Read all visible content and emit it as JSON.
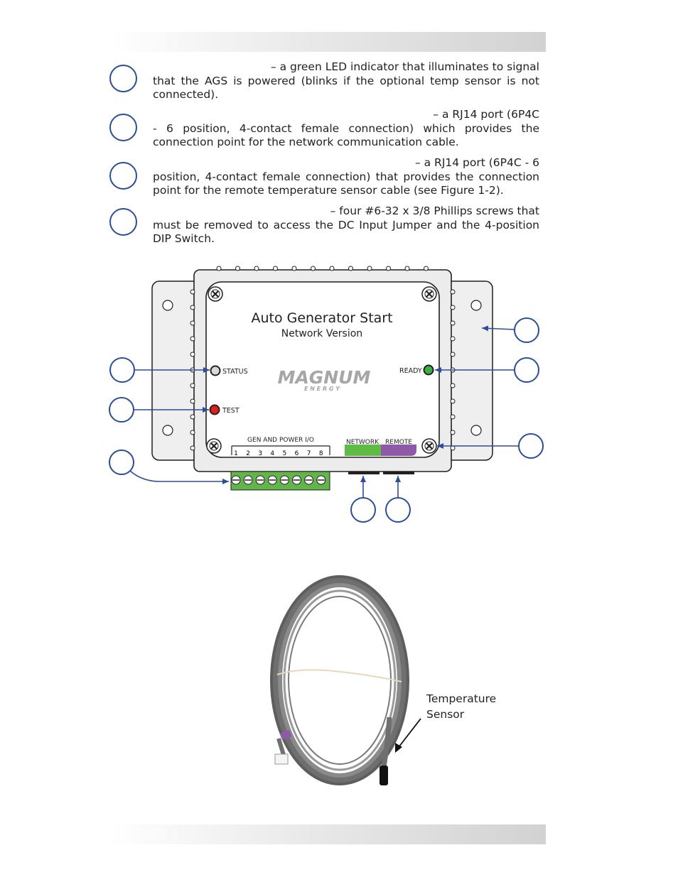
{
  "items": [
    {
      "lead": "– a green LED indicator that illuminates to signal",
      "body": "that the AGS is powered (blinks if the optional temp sensor is not connected)."
    },
    {
      "lead": "– a RJ14 port (6P4C",
      "body": "- 6 position, 4-contact female connection) which provides the connection point for the network communication cable."
    },
    {
      "lead": "– a RJ14 port (6P4C - 6",
      "body": "position, 4-contact female connection) that provides the connection point for the remote temperature sensor cable (see Figure 1-2)."
    },
    {
      "lead": "– four #6-32 x 3/8 Phillips screws that",
      "body": "must be removed to access the DC Input Jumper and the 4-position DIP Switch."
    }
  ],
  "device": {
    "title_line1": "Auto Generator Start",
    "title_line2": "Network Version",
    "status_label": "STATUS",
    "test_label": "TEST",
    "ready_label": "READY",
    "brand": "MAGNUM",
    "brand_sub": "E N E R G Y",
    "gen_label": "GEN AND POWER I/O",
    "terminal_numbers": [
      "1",
      "2",
      "3",
      "4",
      "5",
      "6",
      "7",
      "8"
    ],
    "network_label": "NETWORK",
    "remote_label": "REMOTE"
  },
  "cable": {
    "label_line1": "Temperature",
    "label_line2": "Sensor"
  },
  "colors": {
    "arrow": "#2b4d9a",
    "network_port": "#5dbb46",
    "remote_port": "#8e5aa8",
    "terminal_green": "#62b54a",
    "status_green": "#3cb043",
    "test_red": "#e31d1d"
  }
}
